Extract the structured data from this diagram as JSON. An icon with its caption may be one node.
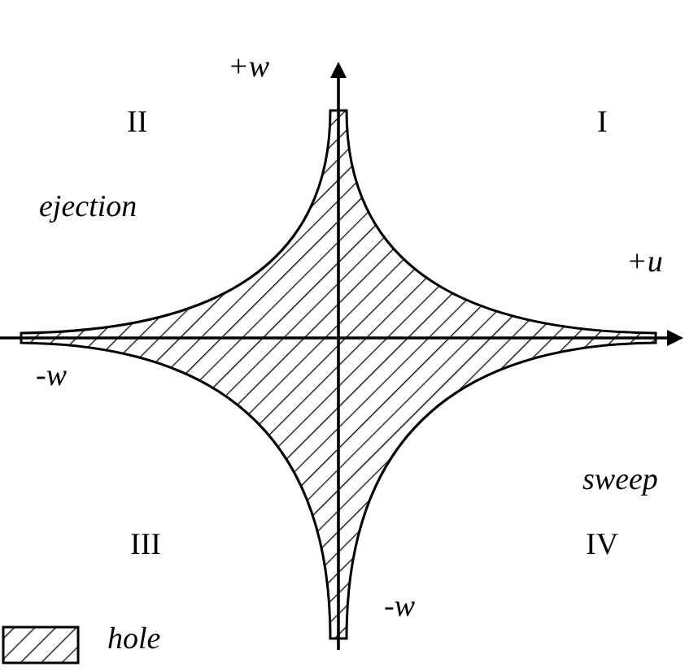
{
  "diagram": {
    "labels": [
      "+w",
      "II",
      "I",
      "ejection",
      "+u",
      "-w",
      "sweep",
      "III",
      "IV",
      "-w"
    ],
    "legend": [
      {
        "text": "hole"
      }
    ]
  }
}
